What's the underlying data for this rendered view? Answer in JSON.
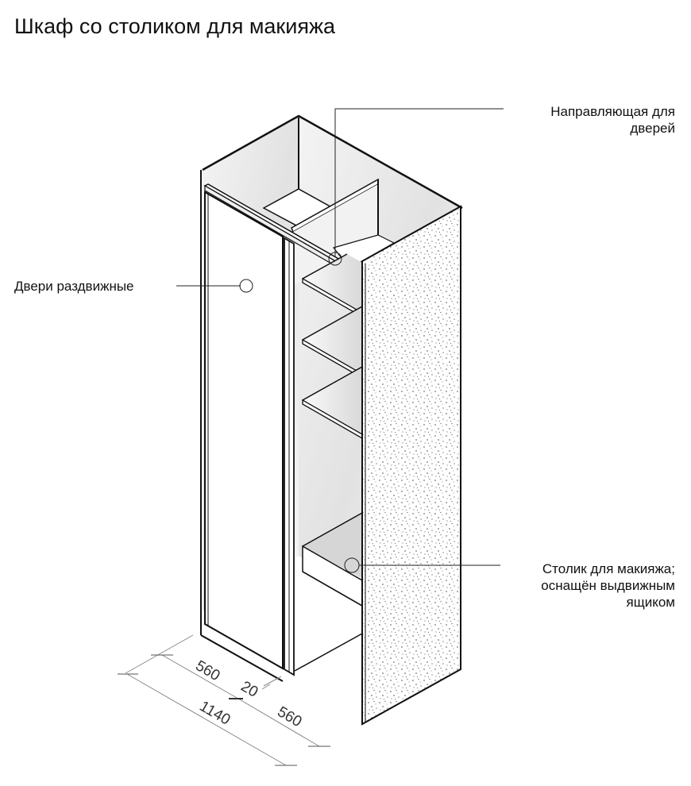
{
  "title": "Шкаф со столиком для макияжа",
  "callouts": {
    "door_rail": {
      "line1": "Направляющая для",
      "line2": "дверей"
    },
    "sliding_doors": {
      "text": "Двери раздвижные"
    },
    "vanity_table": {
      "line1": "Столик для макияжа;",
      "line2": "оснащён выдвижным",
      "line3": "ящиком"
    }
  },
  "dimensions": {
    "left_width": "560",
    "gap": "20",
    "right_width": "560",
    "total_width": "1140"
  },
  "colors": {
    "line": "#111111",
    "dim_line": "#888888",
    "side_panel_speckle": "#777777",
    "interior_shade": "#e4e4e4"
  }
}
